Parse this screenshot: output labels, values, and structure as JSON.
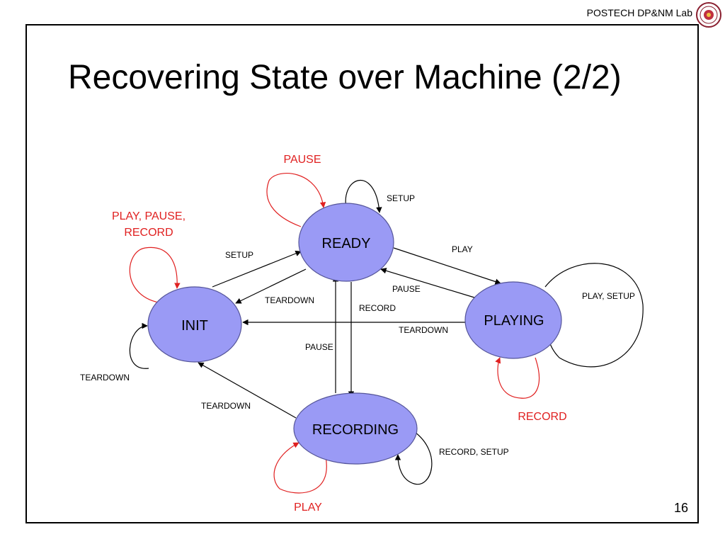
{
  "header": {
    "lab_name": "POSTECH DP&NM Lab",
    "logo": "university-seal-logo"
  },
  "slide": {
    "title": "Recovering State over Machine (2/2)",
    "page_number": "16"
  },
  "colors": {
    "state_fill": "#9a9af5",
    "state_stroke": "#555599",
    "error_color": "#e02020",
    "normal_color": "#000000"
  },
  "states": {
    "ready": "READY",
    "init": "INIT",
    "playing": "PLAYING",
    "recording": "RECORDING"
  },
  "labels": {
    "ready_self_pause": "PAUSE",
    "ready_self_setup": "SETUP",
    "init_self_err_line1": "PLAY, PAUSE,",
    "init_self_err_line2": "RECORD",
    "init_to_ready": "SETUP",
    "ready_to_init": "TEARDOWN",
    "ready_to_playing": "PLAY",
    "playing_to_ready": "PAUSE",
    "ready_to_recording": "RECORD",
    "playing_to_init": "TEARDOWN",
    "recording_to_ready": "PAUSE",
    "playing_self": "PLAY, SETUP",
    "init_self_teardown": "TEARDOWN",
    "recording_to_init": "TEARDOWN",
    "playing_self_err": "RECORD",
    "recording_self": "RECORD, SETUP",
    "recording_self_err": "PLAY"
  }
}
